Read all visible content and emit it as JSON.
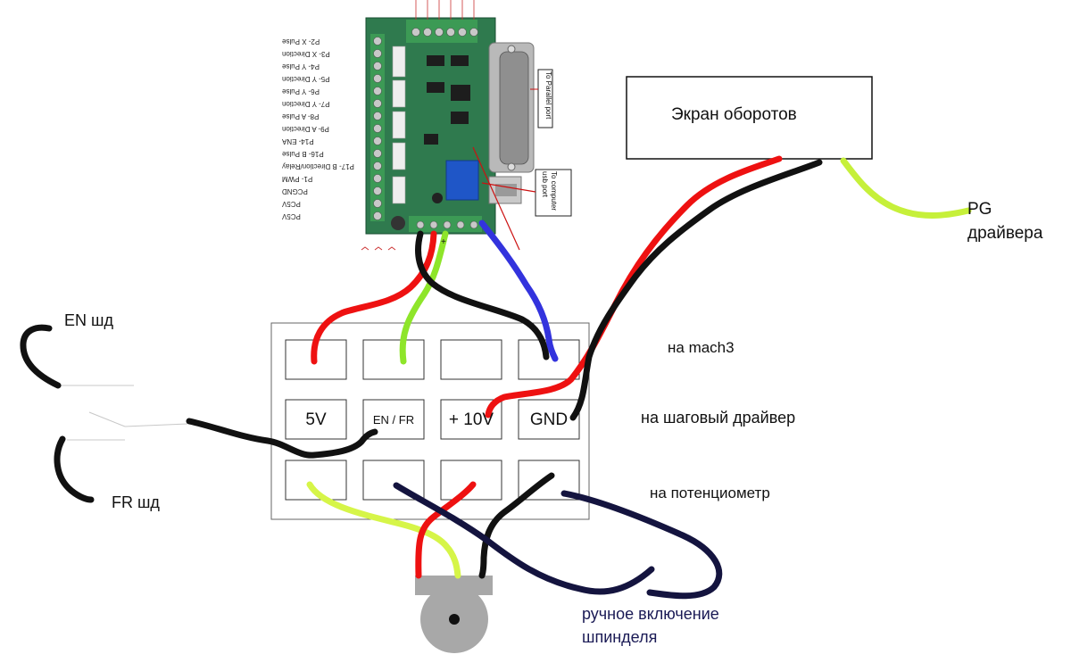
{
  "board": {
    "pins": [
      "P2- X Pulse",
      "P3- X Direction",
      "P4- Y Pulse",
      "P5- Y Direction",
      "P6- Y Pulse",
      "P7- Y Direction",
      "P8- A Pulse",
      "P9- A Direction",
      "P14- ENA",
      "P16- B Pulse",
      "P17- B Direction/Relay",
      "P1- PWM",
      "PCGND",
      "PC5V",
      "PC5V"
    ],
    "parallel_port_tag": "To Parallel port",
    "usb_tag": "To computer usb port"
  },
  "screen": {
    "label": "Экран оборотов"
  },
  "grid": {
    "cells": [
      "5V",
      "EN / FR",
      "+ 10V",
      "GND"
    ]
  },
  "labels": {
    "pg_driver": "PG\nдрайвера",
    "pg_line1": "PG",
    "pg_line2": "драйвера",
    "mach3": "на mach3",
    "stepper": "на шаговый драйвер",
    "potentiometer": "на потенциометр",
    "en": "EN шд",
    "fr": "FR шд",
    "manual_line1": "ручное включение",
    "manual_line2": "шпинделя",
    "board_minus_plus": "+"
  },
  "colors": {
    "board_green": "#2e7d4f",
    "red_wire": "#ee1111",
    "black_wire": "#111111",
    "green_wire": "#8ee52a",
    "lime_wire": "#c6f03a",
    "blue_wire": "#3333dd",
    "navy_wire": "#14143f",
    "pot_gray": "#a7a7a7"
  }
}
